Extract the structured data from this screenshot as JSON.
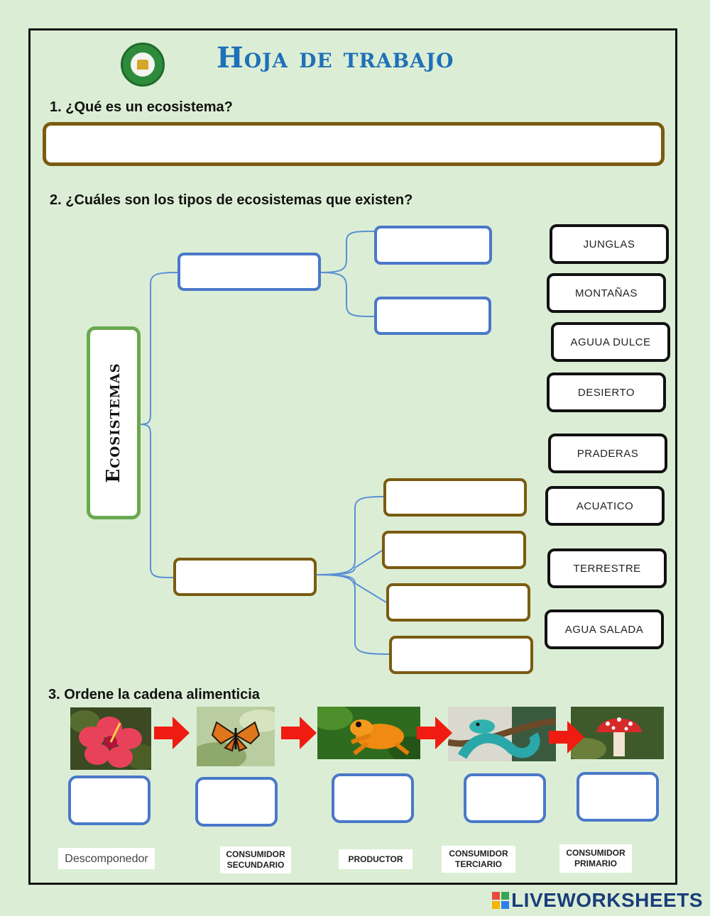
{
  "header": {
    "title": "Hoja de trabajo"
  },
  "q1": {
    "text": "1. ¿Qué es un ecosistema?"
  },
  "q2": {
    "text": "2. ¿Cuáles son los tipos de ecosistemas que existen?"
  },
  "diagram": {
    "root_label": "Ecosistemas"
  },
  "word_bank": [
    "JUNGLAS",
    "MONTAÑAS",
    "AGUUA DULCE",
    "DESIERTO",
    "PRADERAS",
    "ACUATICO",
    "TERRESTRE",
    "AGUA SALADA"
  ],
  "q3": {
    "text": "3. Ordene la cadena alimenticia"
  },
  "food_chain": {
    "images": [
      "flower",
      "butterfly",
      "frog",
      "snake",
      "mushroom"
    ],
    "labels": [
      [
        "Descomponedor"
      ],
      [
        "CONSUMIDOR",
        "SECUNDARIO"
      ],
      [
        "PRODUCTOR"
      ],
      [
        "CONSUMIDOR",
        "TERCIARIO"
      ],
      [
        "CONSUMIDOR",
        "PRIMARIO"
      ]
    ]
  },
  "branding": {
    "text": "LIVEWORKSHEETS"
  },
  "colors": {
    "title": "#1f70b8",
    "brown_border": "#7a5b10",
    "blue_border": "#4a78c9",
    "green_border": "#6aa84f",
    "background": "#dbeed5"
  }
}
